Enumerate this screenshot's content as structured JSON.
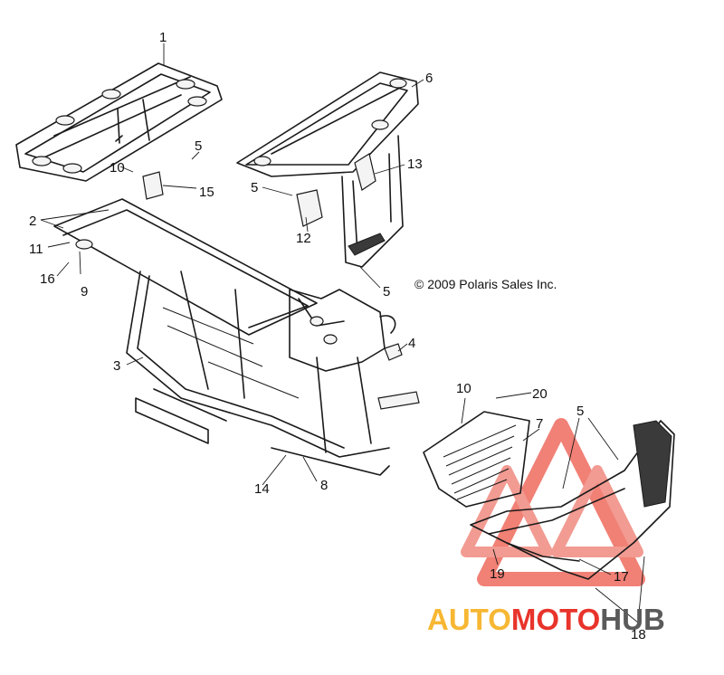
{
  "copyright": "© 2009 Polaris Sales Inc.",
  "callouts": [
    "1",
    "2",
    "3",
    "4",
    "5",
    "5",
    "5",
    "5",
    "6",
    "7",
    "8",
    "9",
    "10",
    "10",
    "11",
    "12",
    "13",
    "14",
    "15",
    "16",
    "17",
    "18",
    "19",
    "20"
  ],
  "watermark": {
    "word_part1": "AUTO",
    "word_part2": "MOTO",
    "word_part3": "HUB",
    "color_primary": "#f7b733",
    "color_secondary": "#e8342b",
    "color_tertiary": "#5a5a5a"
  },
  "colors": {
    "line": "#1a1a1a",
    "background": "#ffffff"
  }
}
